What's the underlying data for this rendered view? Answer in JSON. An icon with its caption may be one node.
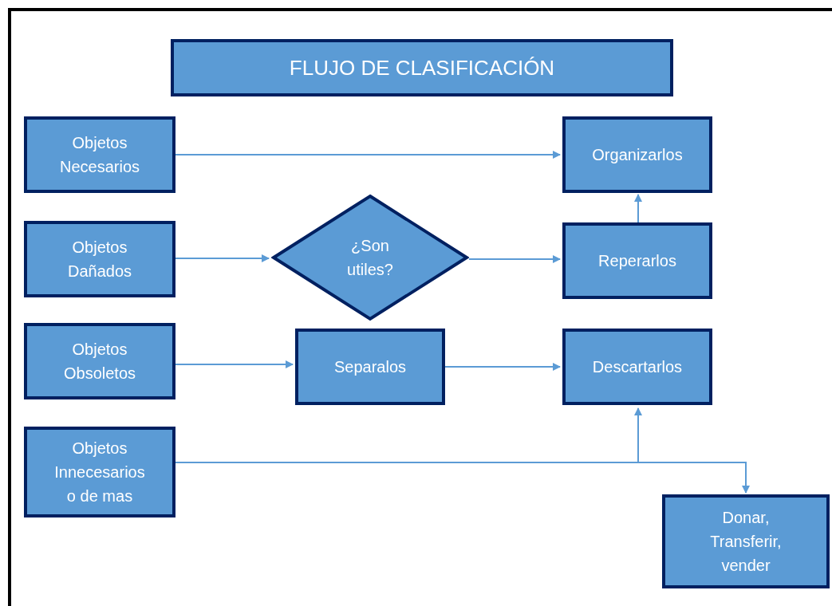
{
  "diagram": {
    "title": "FLUJO DE CLASIFICACIÓN",
    "nodes": [
      {
        "text": [
          "Objetos Necesarios"
        ]
      },
      {
        "text": [
          "Organizarlos"
        ]
      },
      {
        "text": [
          "Objetos Dañados"
        ]
      },
      {
        "text": [
          "¿Son utiles?"
        ]
      },
      {
        "text": [
          "Reperarlos"
        ]
      },
      {
        "text": [
          "Objetos Obsoletos"
        ]
      },
      {
        "text": [
          "Separalos"
        ]
      },
      {
        "text": [
          "Descartarlos"
        ]
      },
      {
        "text": [
          "Objetos Innecesarios o de mas"
        ]
      },
      {
        "text": [
          "Donar, Transferir, vender"
        ]
      }
    ],
    "edges": [
      {
        "from": 0,
        "to": 1,
        "arrow": "to"
      },
      {
        "from": 2,
        "to": 3,
        "arrow": "to"
      },
      {
        "from": 3,
        "to": 4,
        "arrow": "to"
      },
      {
        "from": 4,
        "to": 1,
        "arrow": "to"
      },
      {
        "from": 5,
        "to": 6,
        "arrow": "to"
      },
      {
        "from": 6,
        "to": 7,
        "arrow": "to"
      },
      {
        "from": 8,
        "to": 7,
        "arrow": "to"
      },
      {
        "from": 8,
        "to": 9,
        "arrow": "to"
      }
    ]
  }
}
